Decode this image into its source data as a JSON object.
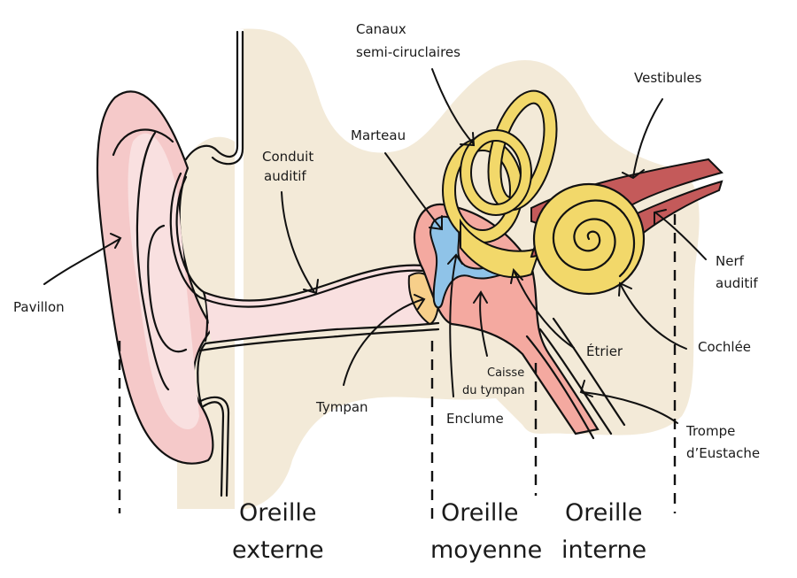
{
  "diagram": {
    "title": "Anatomie de l'oreille",
    "labels": {
      "pavillon": "Pavillon",
      "conduit_line1": "Conduit",
      "conduit_line2": "auditif",
      "canaux_line1": "Canaux",
      "canaux_line2": "semi-ciruclaires",
      "marteau": "Marteau",
      "vestibules": "Vestibules",
      "nerf_line1": "Nerf",
      "nerf_line2": "auditif",
      "cochlee": "Cochlée",
      "etrier": "Étrier",
      "caisse_line1": "Caisse",
      "caisse_line2": "du tympan",
      "tympan": "Tympan",
      "enclume": "Enclume",
      "trompe_line1": "Trompe",
      "trompe_line2": "d’Eustache"
    },
    "sections": [
      {
        "line1": "Oreille",
        "line2": "externe"
      },
      {
        "line1": "Oreille",
        "line2": "moyenne"
      },
      {
        "line1": "Oreille",
        "line2": "interne"
      }
    ],
    "colors": {
      "background_tissue": "#f3ead8",
      "ear_skin": "#f5c9c9",
      "ear_skin_light": "#f9e0e0",
      "middle_ear": "#f4a9a0",
      "ossicles": "#8fc3e8",
      "inner_ear": "#f2d86a",
      "nerve": "#c45a5a",
      "eardrum": "#f7cf8a"
    }
  }
}
